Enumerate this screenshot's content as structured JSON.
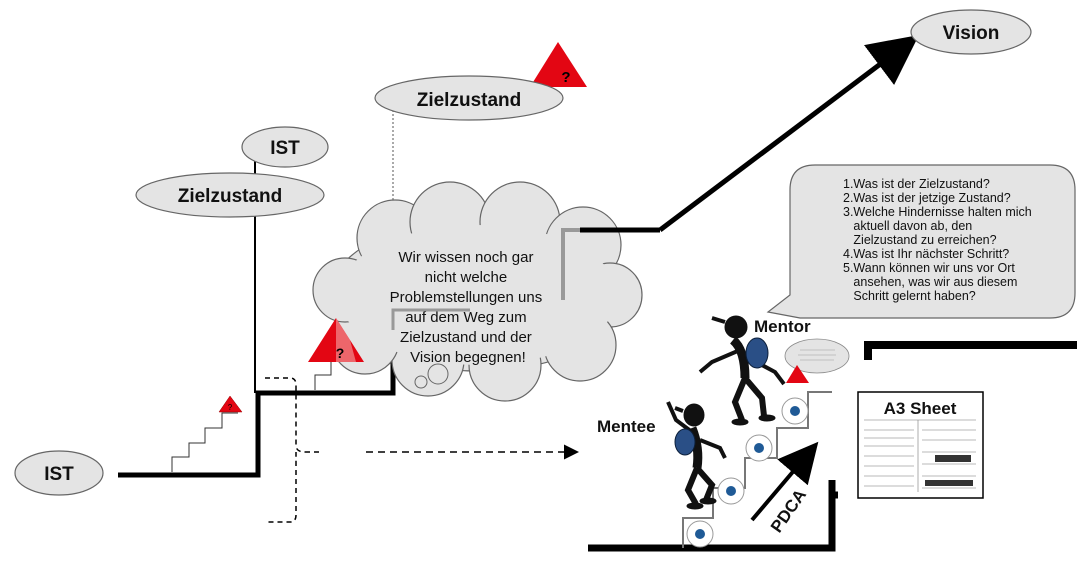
{
  "labels": {
    "ist_bottom": "IST",
    "ist_top": "IST",
    "zielzustand_left": "Zielzustand",
    "zielzustand_top": "Zielzustand",
    "vision": "Vision",
    "question_mark": "?",
    "mentor": "Mentor",
    "mentee": "Mentee",
    "pdca": "PDCA",
    "a3_sheet": "A3 Sheet"
  },
  "cloud_text": [
    "Wir wissen noch gar",
    "nicht welche",
    "Problemstellungen uns",
    "auf dem Weg zum",
    "Zielzustand und der",
    "Vision begegnen!"
  ],
  "coaching_questions": [
    "1.Was ist der Zielzustand?",
    "2.Was ist der jetzige Zustand?",
    "3.Welche Hindernisse halten mich",
    "   aktuell davon ab, den",
    "   Zielzustand zu erreichen?",
    "4.Was ist Ihr nächster Schritt?",
    "5.Wann können wir uns vor Ort",
    "   ansehen, was wir aus diesem",
    "   Schritt gelernt haben?"
  ],
  "colors": {
    "warning_red": "#e30613",
    "oval_fill": "#e4e4e4",
    "pdca_blue": "#1f5a96"
  }
}
